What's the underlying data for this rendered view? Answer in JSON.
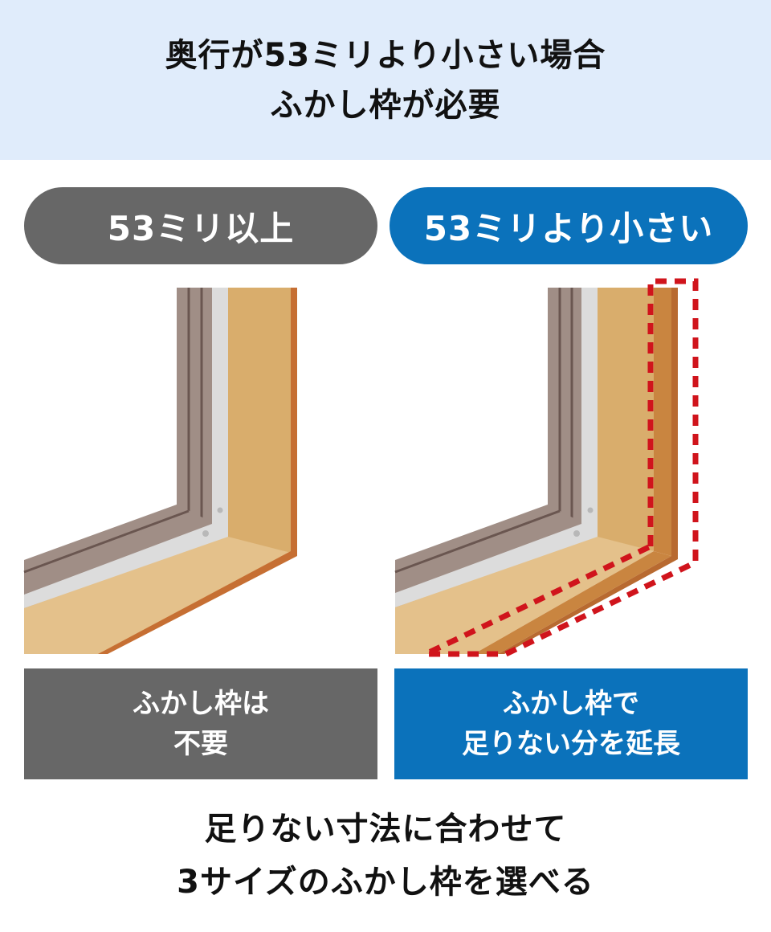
{
  "header": {
    "line1": "奥行が53ミリより小さい場合",
    "line2": "ふかし枠が必要",
    "background": "#e0ecfb"
  },
  "panels": [
    {
      "label": "53ミリ以上",
      "caption_line1": "ふかし枠は",
      "caption_line2": "不要",
      "color": "#676767",
      "illustration": "window-frame-without-extension"
    },
    {
      "label": "53ミリより小さい",
      "caption_line1": "ふかし枠で",
      "caption_line2": "足りない分を延長",
      "color": "#0b72bb",
      "illustration": "window-frame-with-extension-highlighted",
      "highlight_color": "#d0141c"
    }
  ],
  "footer": {
    "line1": "足りない寸法に合わせて",
    "line2": "3サイズのふかし枠を選べる"
  },
  "colors": {
    "sash": "#a08e86",
    "sash_line": "#6a5650",
    "rail": "#dcdcdc",
    "wood_side": "#d9ad6c",
    "wood_floor": "#e4c18b",
    "wood_edge": "#c66f33",
    "extension": "#c98540"
  }
}
